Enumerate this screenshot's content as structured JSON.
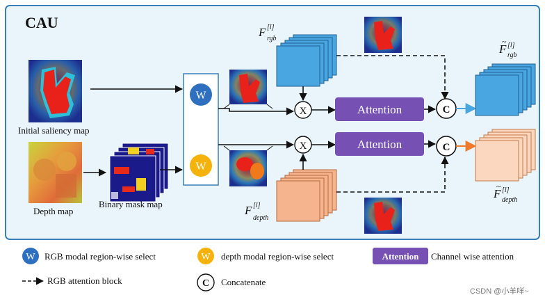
{
  "title": "CAU",
  "labels": {
    "initial_saliency": "Initial saliency map",
    "depth_map": "Depth map",
    "binary_mask": "Binary mask map",
    "attention": "Attention",
    "w": "W",
    "x": "X",
    "c": "C"
  },
  "math": {
    "f": "F",
    "sup_l": "[l]",
    "sub_rgb": "rgb",
    "sub_depth": "depth"
  },
  "legend": {
    "rgb_select": "RGB modal region-wise select",
    "depth_select": "depth modal region-wise select",
    "attention_badge": "Attention",
    "channel_attention": "Channel wise attention",
    "rgb_attention_block": "RGB attention block",
    "concatenate": "Concatenate"
  },
  "watermark": "CSDN @小羊咩~",
  "colors": {
    "panel_bg": "#eaf4fb",
    "panel_border": "#3a7fb9",
    "rgb_feature": "#4aa6e0",
    "depth_feature": "#f5b48e",
    "attention_box": "#7651b3",
    "w_blue": "#2f6fbf",
    "w_yellow": "#f5b20a",
    "arrow_blue": "#4aa6e0",
    "arrow_orange": "#ee7a2a"
  }
}
